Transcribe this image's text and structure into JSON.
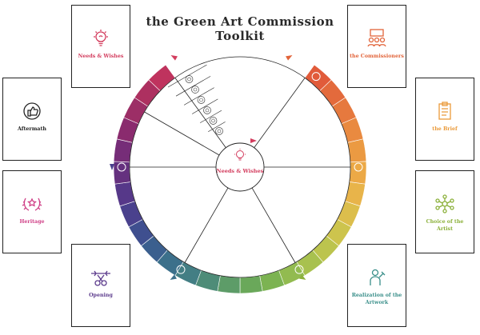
{
  "title": "the Green Art Commission Toolkit",
  "center_label": "Needs & Wishes",
  "cards": [
    {
      "id": "needs",
      "label": "Needs & Wishes",
      "color": "#d33d5e",
      "icon": "lightbulb-icon"
    },
    {
      "id": "commissioners",
      "label": "the Commissioners",
      "color": "#e2643a",
      "icon": "group-icon"
    },
    {
      "id": "aftermath",
      "label": "Aftermath",
      "color": "#222222",
      "icon": "thumbs-up-icon"
    },
    {
      "id": "brief",
      "label": "the Brief",
      "color": "#ea9a3a",
      "icon": "clipboard-icon"
    },
    {
      "id": "heritage",
      "label": "Heritage",
      "color": "#cf3f86",
      "icon": "laurel-icon"
    },
    {
      "id": "choice",
      "label": "Choice of the Artist",
      "color": "#8bb03a",
      "icon": "artist-network-icon"
    },
    {
      "id": "opening",
      "label": "Opening",
      "color": "#5c3b8c",
      "icon": "scissors-ribbon-icon"
    },
    {
      "id": "realization",
      "label": "Realization of the Artwork",
      "color": "#3a8f8a",
      "icon": "worker-icon"
    }
  ],
  "colors": {
    "ring": [
      "#e15b3a",
      "#e36a3c",
      "#e6793e",
      "#e98a40",
      "#eb9a42",
      "#eca946",
      "#e8b44a",
      "#dcbe4c",
      "#cdc44d",
      "#bcc44e",
      "#a8c14f",
      "#92bb50",
      "#7cb352",
      "#6aa85a",
      "#5d9c68",
      "#4e8c78",
      "#437e84",
      "#3c708b",
      "#3b5f8e",
      "#3f4f8f",
      "#4a418d",
      "#563889",
      "#65317f",
      "#762d78",
      "#8a2b6e",
      "#9c2e66",
      "#ad3060",
      "#bf335e"
    ],
    "arrow_red": "#d33d5e",
    "arrow_orange": "#e2643a",
    "arrow_purple": "#4a418d",
    "arrow_green": "#8bb03a",
    "arrow_teal": "#3c708b"
  }
}
